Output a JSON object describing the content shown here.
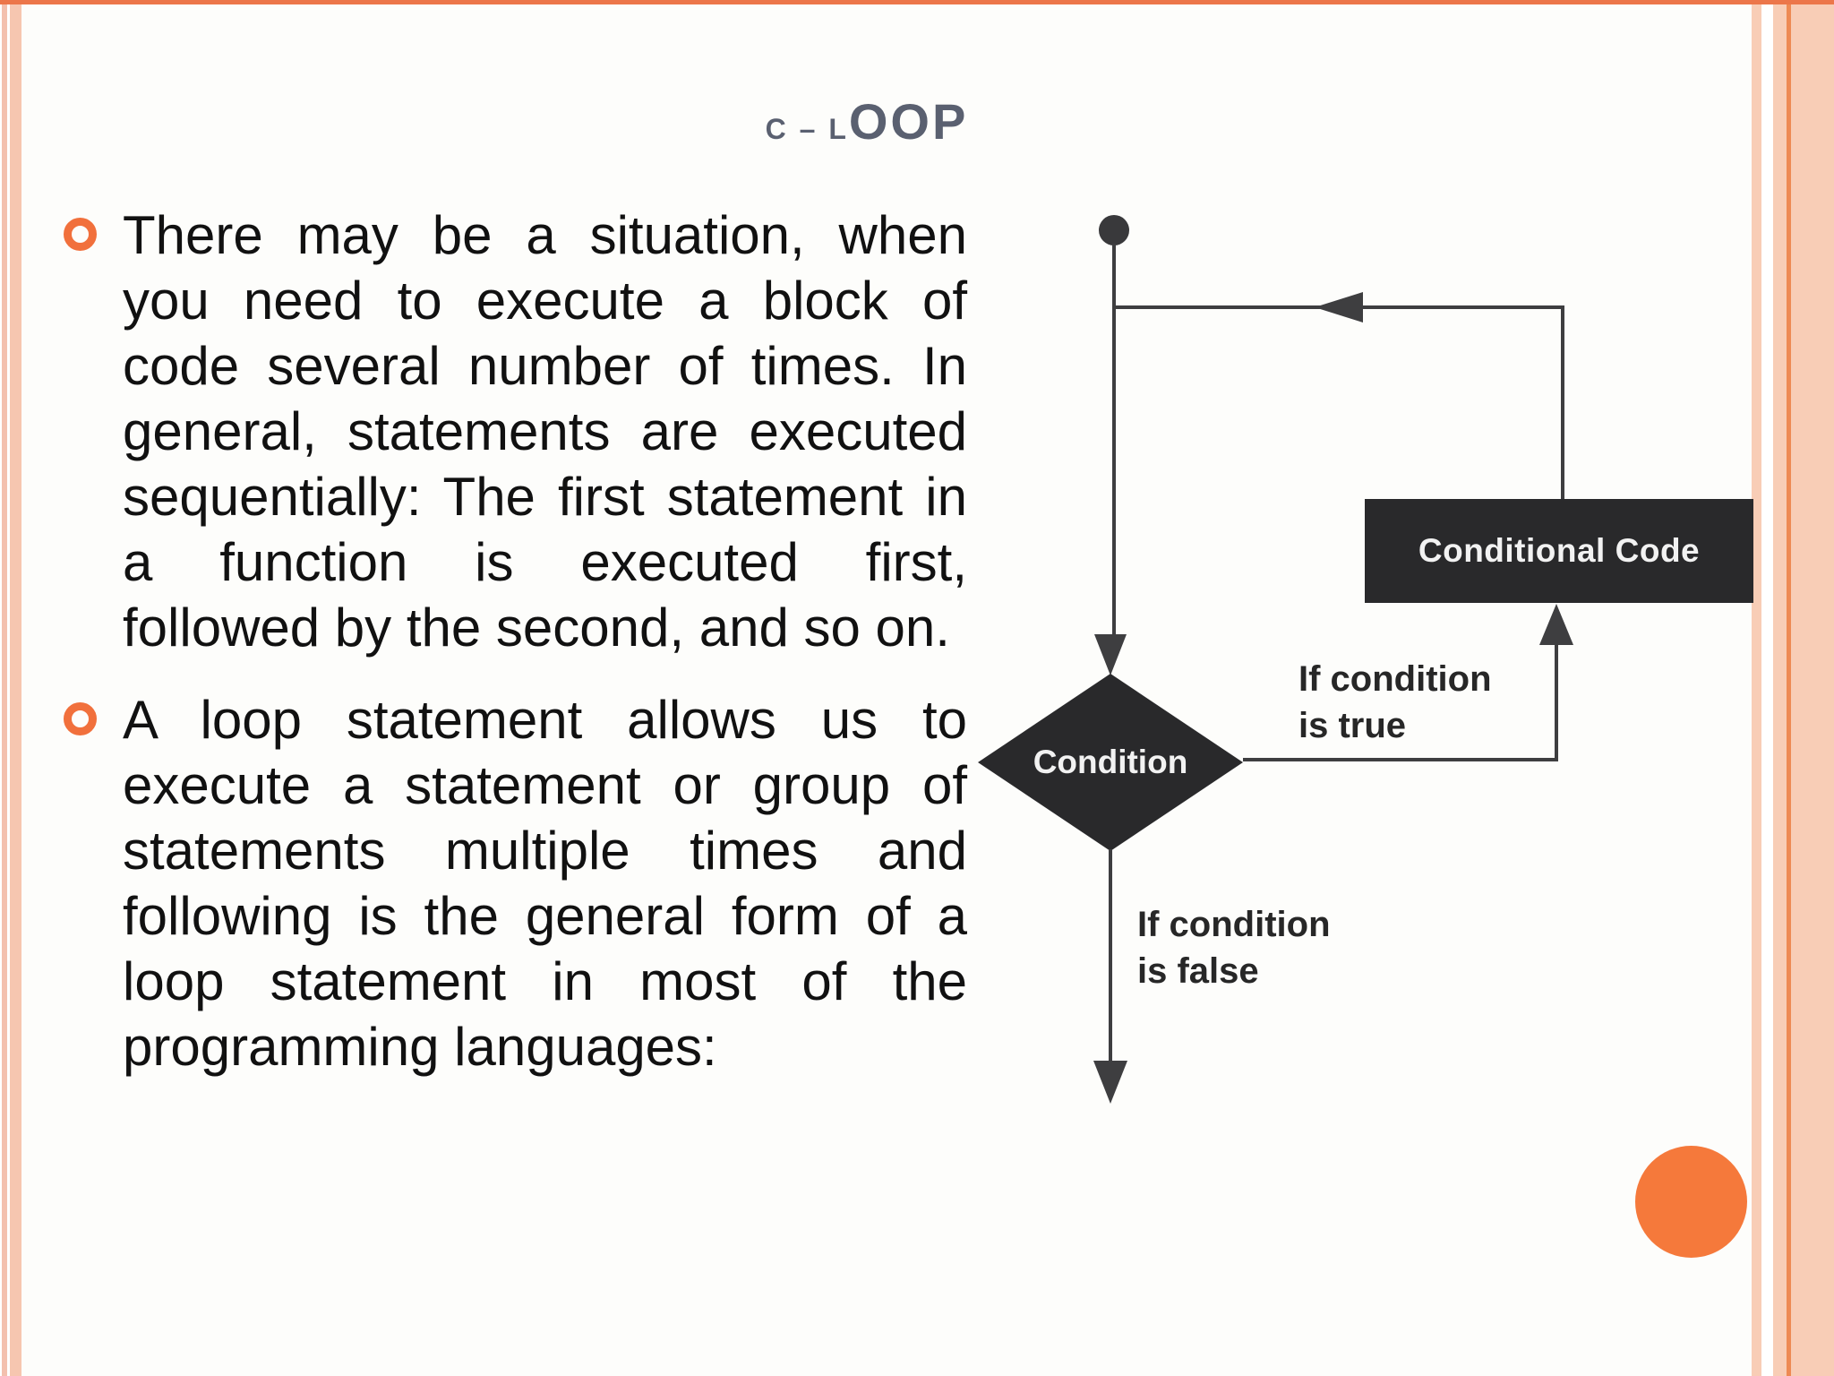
{
  "slide": {
    "title": {
      "full": "C – Loop",
      "lead": "C – L",
      "small": "OOP"
    },
    "bullets": [
      {
        "text": "There may be a situation, when you need to execute a block of code several number of times. In general, statements are executed sequentially: The first statement in a function is executed first, followed by the second, and so on."
      },
      {
        "text": "A loop statement allows us to execute a statement or group of statements multiple times and following is the general form of a loop statement in most of the programming languages:"
      }
    ]
  },
  "flowchart": {
    "start_node": "start-dot",
    "condition": "Condition",
    "conditional_code": "Conditional Code",
    "true_label": [
      "If condition",
      "is true"
    ],
    "false_label": [
      "If condition",
      "is false"
    ]
  },
  "colors": {
    "accent_orange": "#f5793b",
    "bullet_ring_orange": "#f1703c",
    "border_peach": "#f8cdb6",
    "border_orange_line": "#ee8a54",
    "top_line_orange": "#ec764a",
    "shape_dark": "#29292b",
    "flow_line": "#3e3e40",
    "title_gray": "#5a6070",
    "body_text": "#111111"
  }
}
